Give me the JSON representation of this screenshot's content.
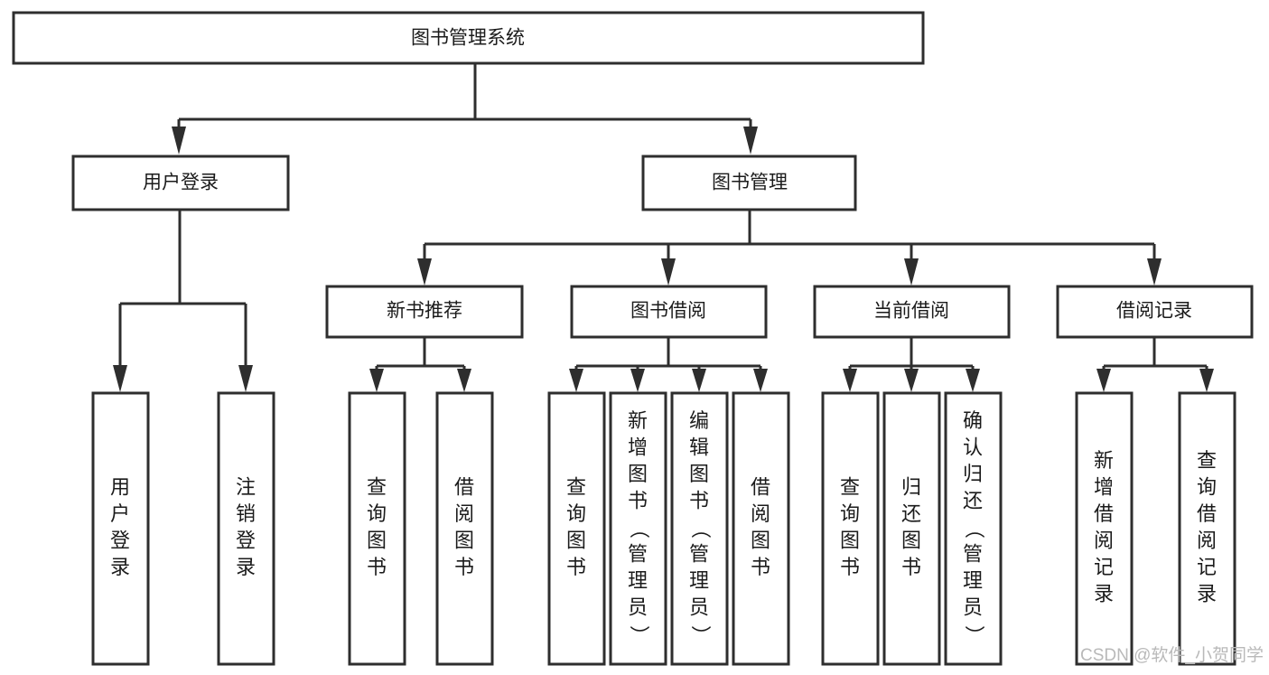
{
  "diagram": {
    "title": "图书管理系统",
    "type": "tree-hierarchy-diagram",
    "colors": {
      "stroke": "#2e2e2e",
      "fill": "#ffffff",
      "text": "#1b1b1b",
      "watermark": "#b9b9b9",
      "background": "#ffffff"
    },
    "root": {
      "id": "root",
      "label": "图书管理系统",
      "orientation": "horizontal"
    },
    "level2": [
      {
        "id": "user-login",
        "label": "用户登录",
        "orientation": "horizontal"
      },
      {
        "id": "book-management",
        "label": "图书管理",
        "orientation": "horizontal"
      }
    ],
    "level3": [
      {
        "id": "new-book-recommend",
        "label": "新书推荐",
        "orientation": "horizontal",
        "parent": "book-management"
      },
      {
        "id": "book-borrow",
        "label": "图书借阅",
        "orientation": "horizontal",
        "parent": "book-management"
      },
      {
        "id": "current-borrow",
        "label": "当前借阅",
        "orientation": "horizontal",
        "parent": "book-management"
      },
      {
        "id": "borrow-record",
        "label": "借阅记录",
        "orientation": "horizontal",
        "parent": "book-management"
      }
    ],
    "leaves": [
      {
        "id": "leaf-user-login",
        "label": "用户登录",
        "orientation": "vertical",
        "parent": "user-login"
      },
      {
        "id": "leaf-user-logout",
        "label": "注销登录",
        "orientation": "vertical",
        "parent": "user-login"
      },
      {
        "id": "leaf-query-book-1",
        "label": "查询图书",
        "orientation": "vertical",
        "parent": "new-book-recommend"
      },
      {
        "id": "leaf-borrow-book-1",
        "label": "借阅图书",
        "orientation": "vertical",
        "parent": "new-book-recommend"
      },
      {
        "id": "leaf-query-book-2",
        "label": "查询图书",
        "orientation": "vertical",
        "parent": "book-borrow"
      },
      {
        "id": "leaf-add-book",
        "label": "新增图书（管理员）",
        "orientation": "vertical",
        "parent": "book-borrow"
      },
      {
        "id": "leaf-edit-book",
        "label": "编辑图书（管理员）",
        "orientation": "vertical",
        "parent": "book-borrow"
      },
      {
        "id": "leaf-borrow-book-2",
        "label": "借阅图书",
        "orientation": "vertical",
        "parent": "book-borrow"
      },
      {
        "id": "leaf-query-book-3",
        "label": "查询图书",
        "orientation": "vertical",
        "parent": "current-borrow"
      },
      {
        "id": "leaf-return-book",
        "label": "归还图书",
        "orientation": "vertical",
        "parent": "current-borrow"
      },
      {
        "id": "leaf-confirm-return",
        "label": "确认归还（管理员）",
        "orientation": "vertical",
        "parent": "current-borrow"
      },
      {
        "id": "leaf-add-record",
        "label": "新增借阅记录",
        "orientation": "vertical",
        "parent": "borrow-record"
      },
      {
        "id": "leaf-query-record",
        "label": "查询借阅记录",
        "orientation": "vertical",
        "parent": "borrow-record"
      }
    ],
    "watermark": "CSDN @软件_小贺同学"
  }
}
